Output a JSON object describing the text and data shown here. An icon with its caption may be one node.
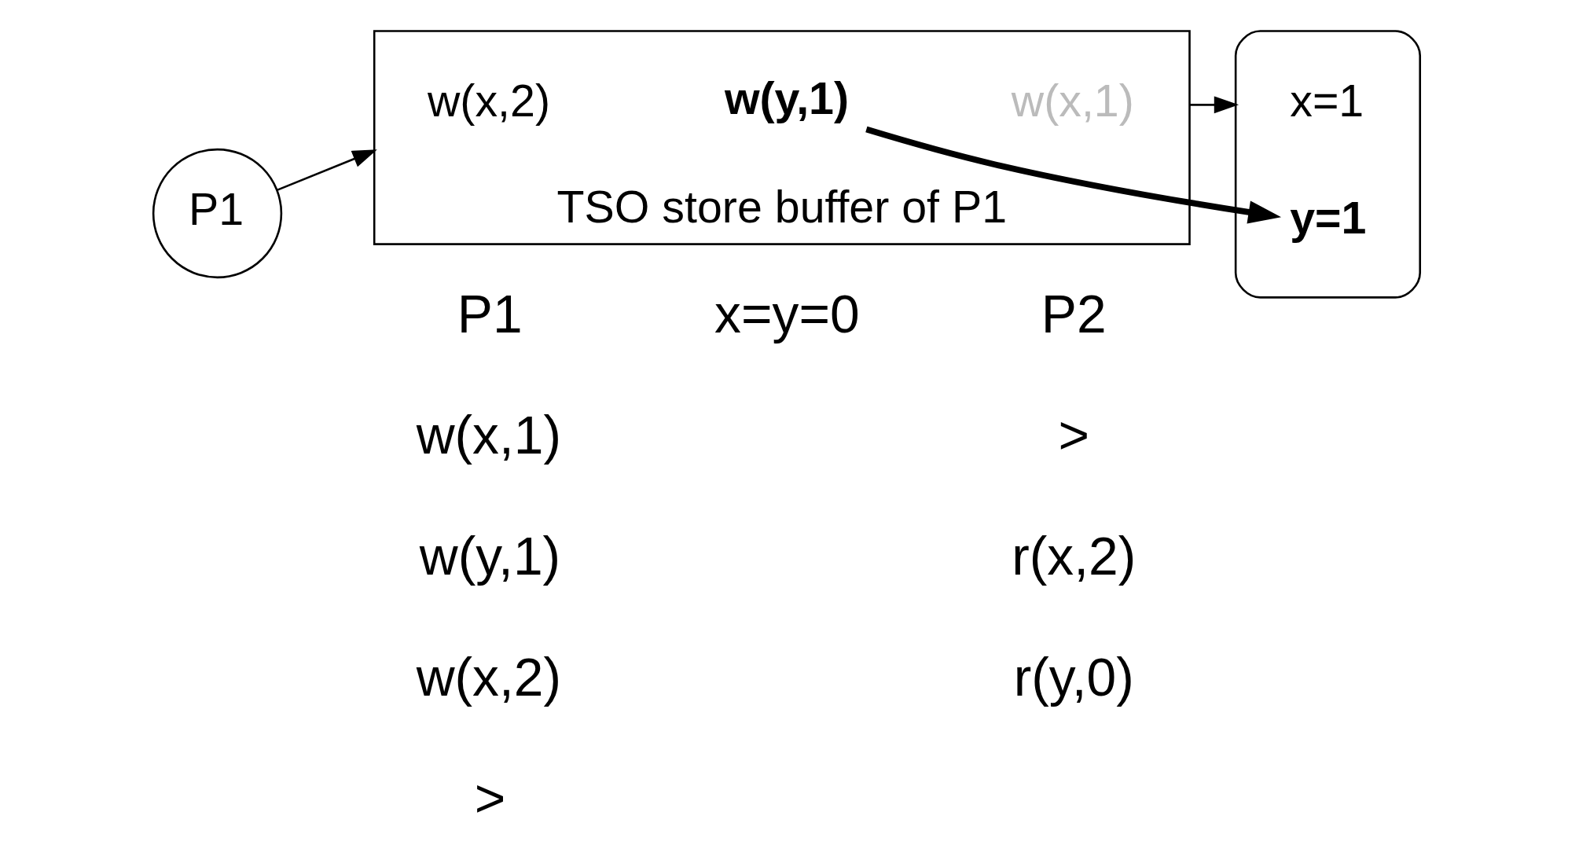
{
  "diagram": {
    "nodes": [
      {
        "text": [
          "P1"
        ]
      },
      {
        "text": [
          "TSO store buffer of P1"
        ]
      },
      {
        "text": [
          "w(x,2)"
        ],
        "in": 1
      },
      {
        "text": [
          "w(y,1)"
        ],
        "in": 1
      },
      {
        "text": [
          "w(x,1)"
        ],
        "in": 1
      },
      {
        "text": [],
        "shape": "box"
      },
      {
        "text": [
          "x=1"
        ],
        "in": 5
      },
      {
        "text": [
          "y=1"
        ],
        "in": 5
      }
    ],
    "edges": [
      {
        "from": 0,
        "to": 1,
        "arrow": "to"
      },
      {
        "from": 1,
        "to": 5,
        "arrow": "to"
      },
      {
        "from": 3,
        "to": 7,
        "arrow": "to",
        "style": "thick"
      }
    ],
    "labels": [
      "x=y=0",
      "P1",
      "P2",
      "w(x,1)",
      ">",
      "r(x,2)",
      "w(y,1)",
      "r(y,0)",
      "w(x,2)",
      ">"
    ]
  }
}
